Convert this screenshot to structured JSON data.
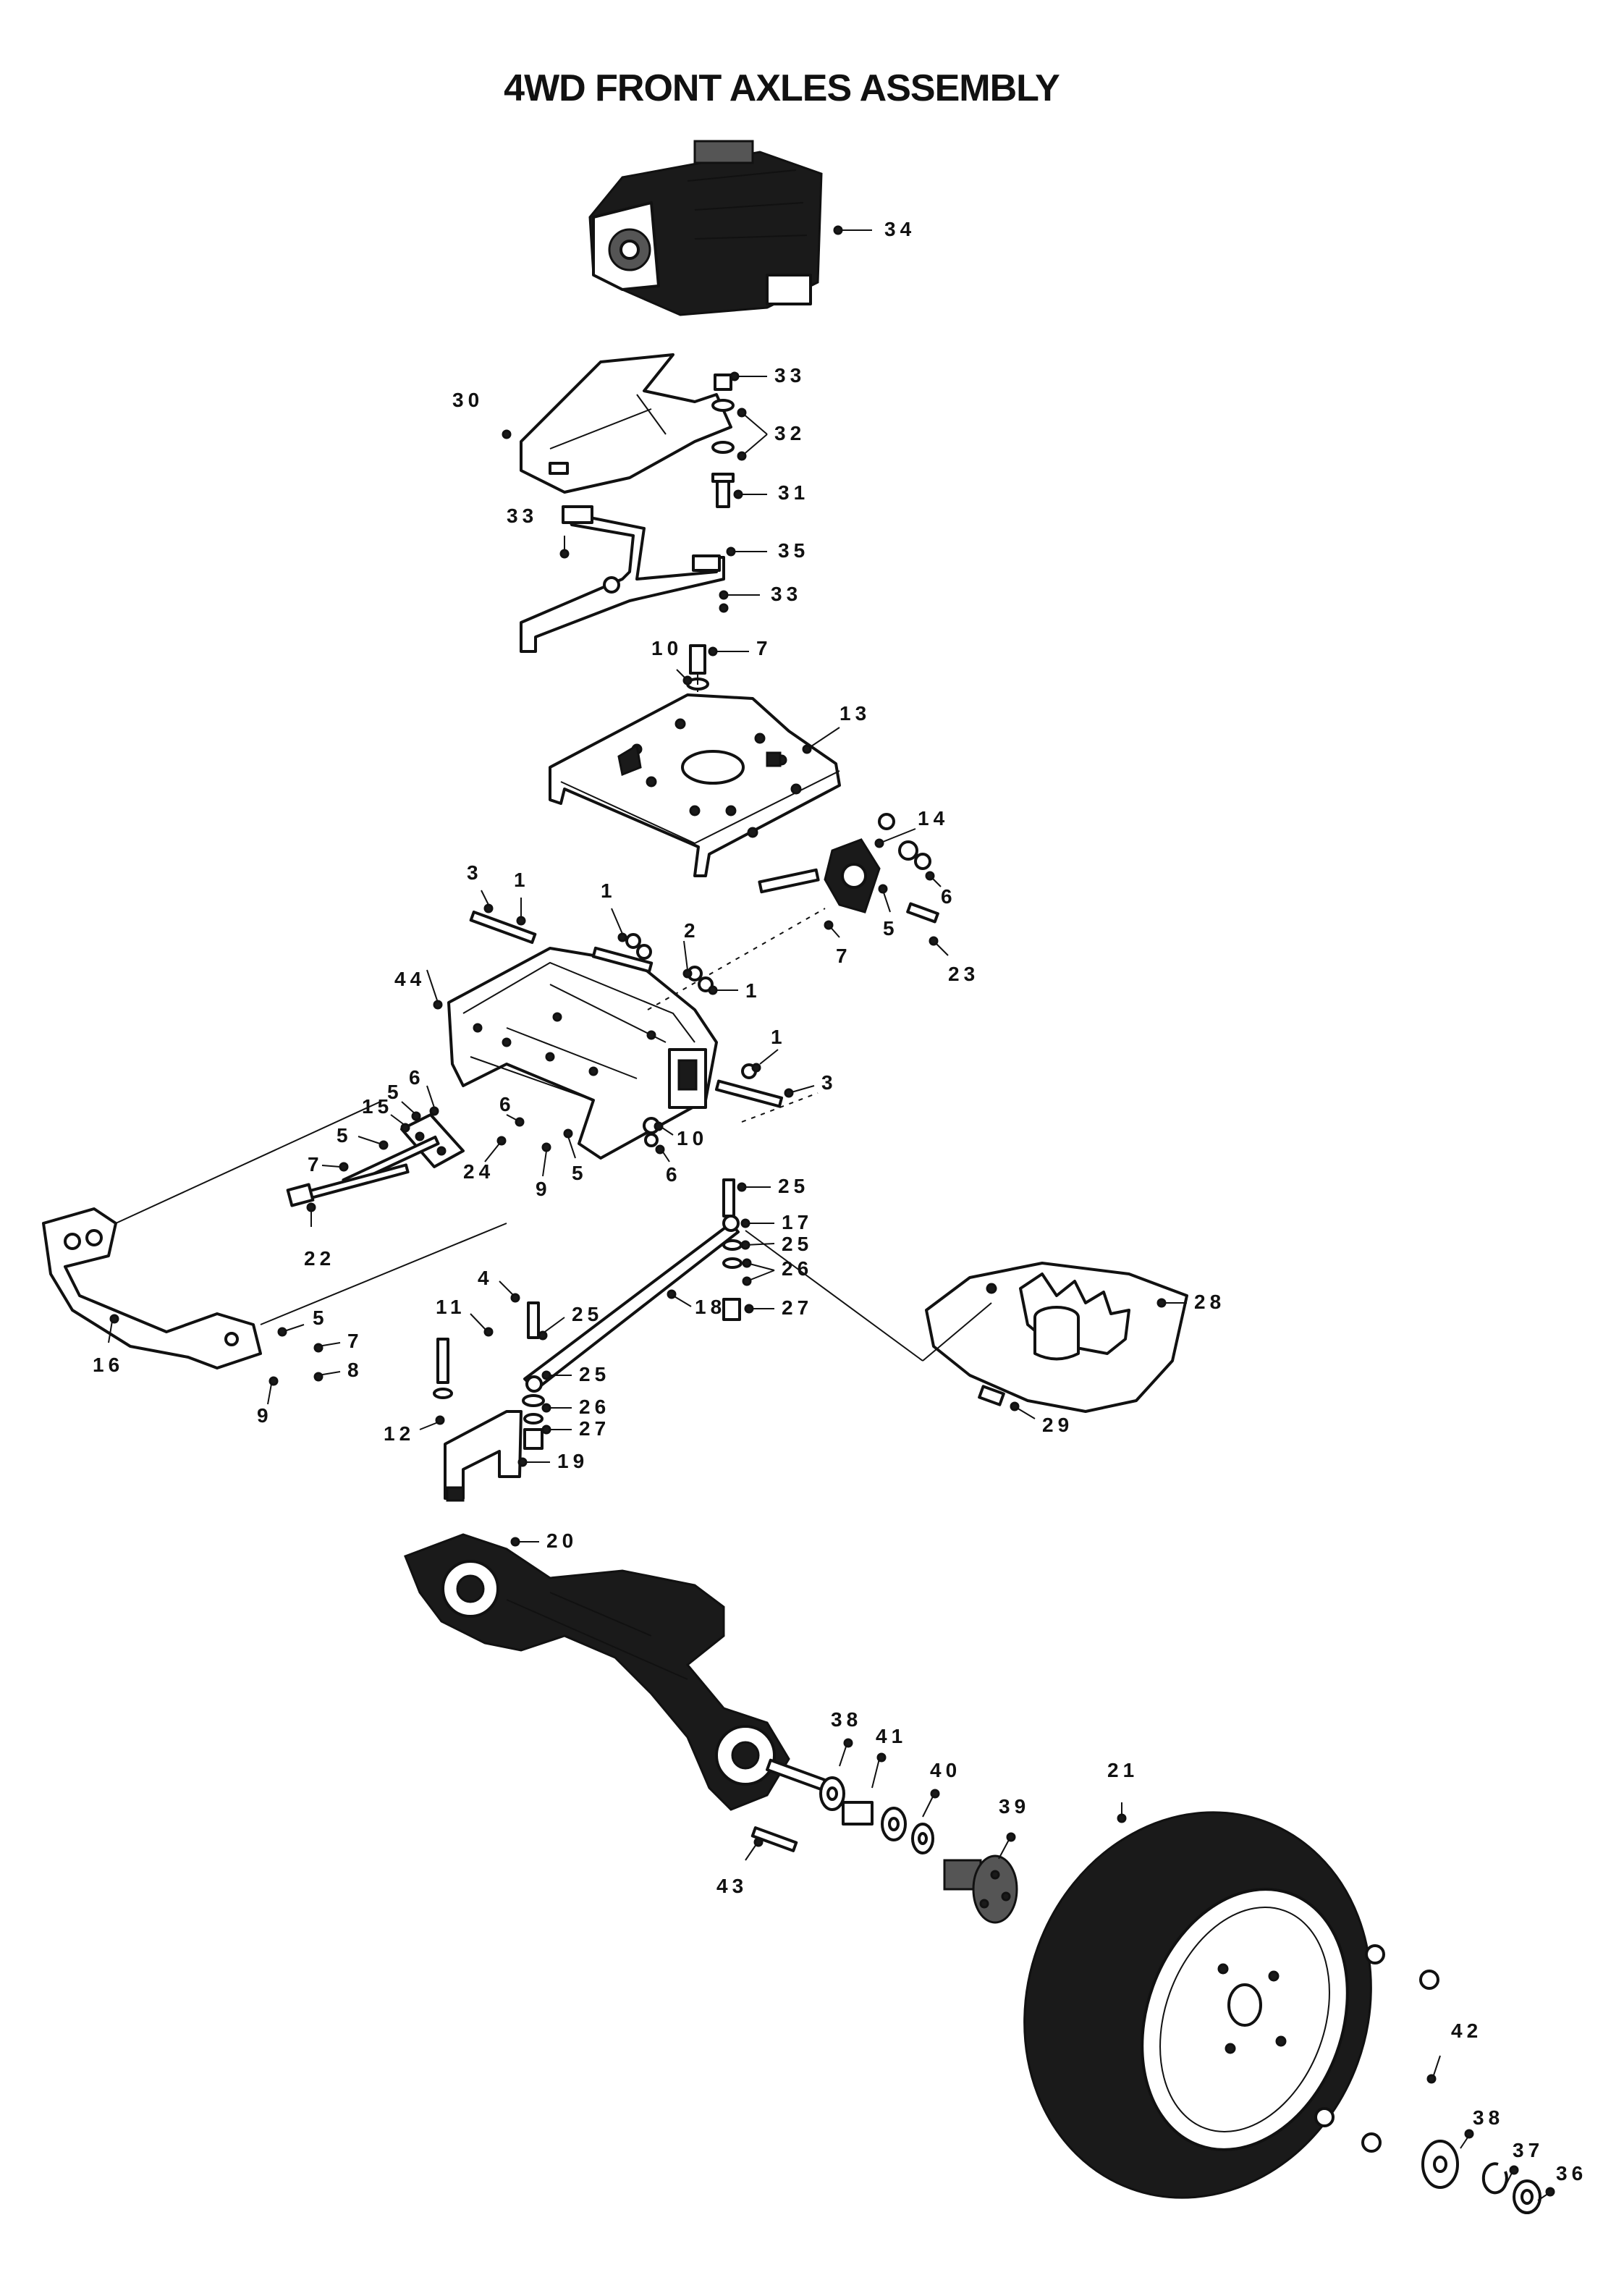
{
  "title": "4WD FRONT AXLES ASSEMBLY",
  "callouts": [
    {
      "id": "c34a",
      "label": "34"
    },
    {
      "id": "c33a",
      "label": "33"
    },
    {
      "id": "c30",
      "label": "30"
    },
    {
      "id": "c32",
      "label": "32"
    },
    {
      "id": "c31",
      "label": "31"
    },
    {
      "id": "c33b",
      "label": "33"
    },
    {
      "id": "c35",
      "label": "35"
    },
    {
      "id": "c33c",
      "label": "33"
    },
    {
      "id": "c10a",
      "label": "10"
    },
    {
      "id": "c7a",
      "label": "7"
    },
    {
      "id": "c13",
      "label": "13"
    },
    {
      "id": "c14",
      "label": "14"
    },
    {
      "id": "c6a",
      "label": "6"
    },
    {
      "id": "c5a",
      "label": "5"
    },
    {
      "id": "c7b",
      "label": "7"
    },
    {
      "id": "c23",
      "label": "23"
    },
    {
      "id": "c3a",
      "label": "3"
    },
    {
      "id": "c1a",
      "label": "1"
    },
    {
      "id": "c1b",
      "label": "1"
    },
    {
      "id": "c2",
      "label": "2"
    },
    {
      "id": "c1c",
      "label": "1"
    },
    {
      "id": "c44",
      "label": "44"
    },
    {
      "id": "c1d",
      "label": "1"
    },
    {
      "id": "c3b",
      "label": "3"
    },
    {
      "id": "c6b",
      "label": "6"
    },
    {
      "id": "c15",
      "label": "15"
    },
    {
      "id": "c5b",
      "label": "5"
    },
    {
      "id": "c5c",
      "label": "5"
    },
    {
      "id": "c6c",
      "label": "6"
    },
    {
      "id": "c7c",
      "label": "7"
    },
    {
      "id": "c24",
      "label": "24"
    },
    {
      "id": "c9a",
      "label": "9"
    },
    {
      "id": "c5d",
      "label": "5"
    },
    {
      "id": "c10b",
      "label": "10"
    },
    {
      "id": "c6d",
      "label": "6"
    },
    {
      "id": "c22",
      "label": "22"
    },
    {
      "id": "c25a",
      "label": "25"
    },
    {
      "id": "c17",
      "label": "17"
    },
    {
      "id": "c25b",
      "label": "25"
    },
    {
      "id": "c26a",
      "label": "26"
    },
    {
      "id": "c18",
      "label": "18"
    },
    {
      "id": "c27a",
      "label": "27"
    },
    {
      "id": "c28",
      "label": "28"
    },
    {
      "id": "c4",
      "label": "4"
    },
    {
      "id": "c11",
      "label": "11"
    },
    {
      "id": "c25c",
      "label": "25"
    },
    {
      "id": "c5e",
      "label": "5"
    },
    {
      "id": "c7d",
      "label": "7"
    },
    {
      "id": "c8",
      "label": "8"
    },
    {
      "id": "c16",
      "label": "16"
    },
    {
      "id": "c9b",
      "label": "9"
    },
    {
      "id": "c25d",
      "label": "25"
    },
    {
      "id": "c26b",
      "label": "26"
    },
    {
      "id": "c27b",
      "label": "27"
    },
    {
      "id": "c12",
      "label": "12"
    },
    {
      "id": "c19",
      "label": "19"
    },
    {
      "id": "c29",
      "label": "29"
    },
    {
      "id": "c20",
      "label": "20"
    },
    {
      "id": "c38a",
      "label": "38"
    },
    {
      "id": "c41",
      "label": "41"
    },
    {
      "id": "c40",
      "label": "40"
    },
    {
      "id": "c39",
      "label": "39"
    },
    {
      "id": "c21",
      "label": "21"
    },
    {
      "id": "c43",
      "label": "43"
    },
    {
      "id": "c42",
      "label": "42"
    },
    {
      "id": "c38b",
      "label": "38"
    },
    {
      "id": "c37",
      "label": "37"
    },
    {
      "id": "c36",
      "label": "36"
    }
  ]
}
